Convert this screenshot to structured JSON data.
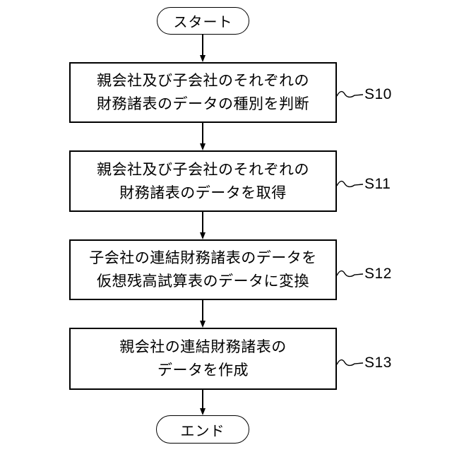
{
  "diagram": {
    "title_implicit": "",
    "start_label": "スタート",
    "end_label": "エンド",
    "steps": [
      {
        "id": "S10",
        "line1": "親会社及び子会社のそれぞれの",
        "line2": "財務諸表のデータの種別を判断"
      },
      {
        "id": "S11",
        "line1": "親会社及び子会社のそれぞれの",
        "line2": "財務諸表のデータを取得"
      },
      {
        "id": "S12",
        "line1": "子会社の連結財務諸表のデータを",
        "line2": "仮想残高試算表のデータに変換"
      },
      {
        "id": "S13",
        "line1": "親会社の連結財務諸表の",
        "line2": "データを作成"
      }
    ],
    "colors": {
      "line": "#000000",
      "background": "#ffffff"
    }
  }
}
